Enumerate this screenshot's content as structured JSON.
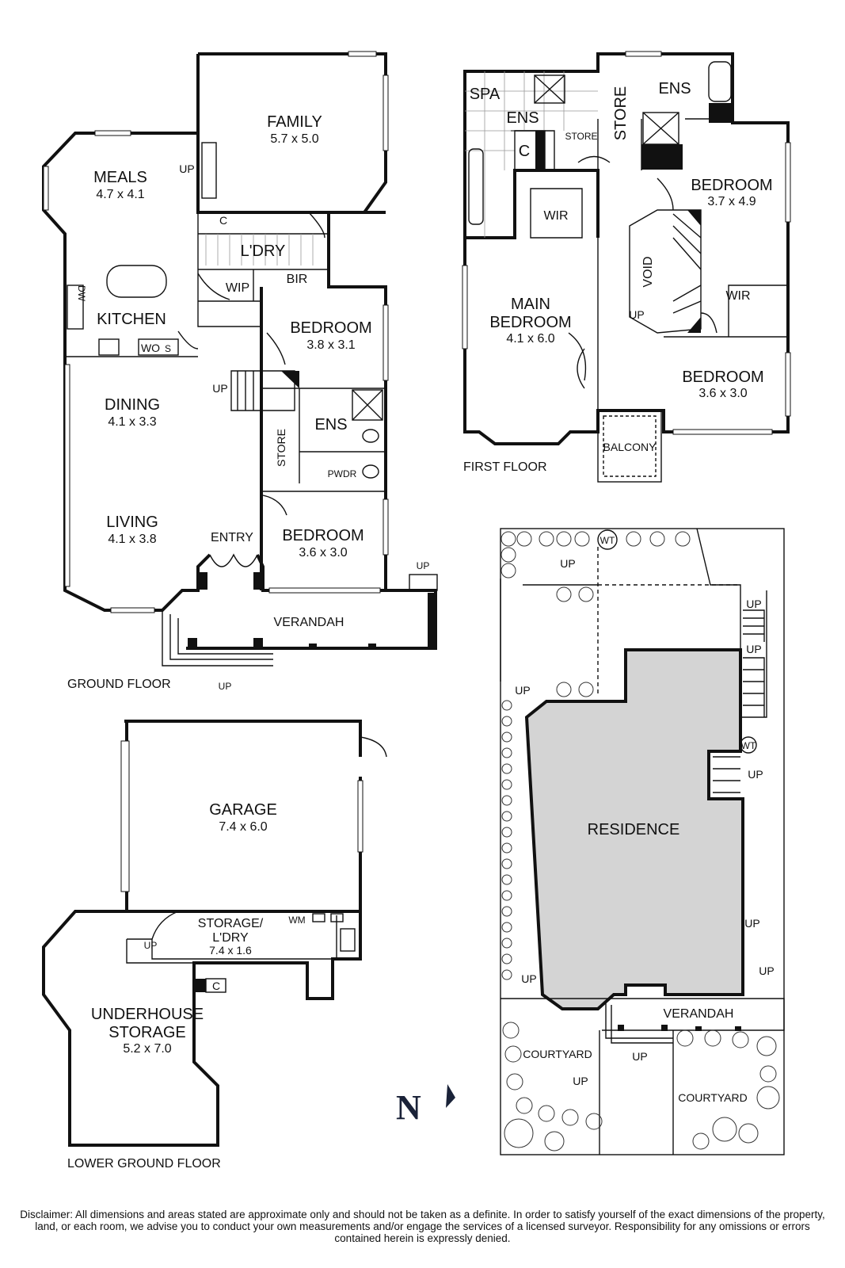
{
  "ground_floor": {
    "label": "GROUND FLOOR",
    "rooms": {
      "family": {
        "name": "FAMILY",
        "size": "5.7 x 5.0"
      },
      "meals": {
        "name": "MEALS",
        "size": "4.7 x 4.1"
      },
      "kitchen": {
        "name": "KITCHEN"
      },
      "dining": {
        "name": "DINING",
        "size": "4.1 x 3.3"
      },
      "living": {
        "name": "LIVING",
        "size": "4.1 x 3.8"
      },
      "laundry": {
        "name": "L'DRY"
      },
      "bedroom_a": {
        "name": "BEDROOM",
        "size": "3.8 x 3.1"
      },
      "bedroom_b": {
        "name": "BEDROOM",
        "size": "3.6 x 3.0"
      },
      "ensuite": {
        "name": "ENS"
      },
      "store": {
        "name": "STORE"
      },
      "powder": {
        "name": "PWDR"
      },
      "wip": {
        "name": "WIP"
      },
      "bir": {
        "name": "BIR"
      },
      "entry": {
        "name": "ENTRY"
      },
      "verandah": {
        "name": "VERANDAH"
      },
      "cupboard": {
        "name": "C"
      },
      "dishwasher": {
        "name": "DW"
      },
      "wall_oven": {
        "name": "WO"
      },
      "wall_oven_s": {
        "name": "S"
      }
    },
    "up_labels": [
      "UP",
      "UP",
      "UP",
      "UP"
    ]
  },
  "first_floor": {
    "label": "FIRST FLOOR",
    "rooms": {
      "spa": {
        "name": "SPA"
      },
      "ensuite_a": {
        "name": "ENS"
      },
      "ensuite_b": {
        "name": "ENS"
      },
      "store": {
        "name": "STORE"
      },
      "store_small": {
        "name": "STORE"
      },
      "cupboard": {
        "name": "C"
      },
      "wir_a": {
        "name": "WIR"
      },
      "wir_b": {
        "name": "WIR"
      },
      "main_bedroom_l1": "MAIN",
      "main_bedroom_l2": "BEDROOM",
      "main_bedroom_size": "4.1 x 6.0",
      "bedroom_a": {
        "name": "BEDROOM",
        "size": "3.7 x 4.9"
      },
      "bedroom_b": {
        "name": "BEDROOM",
        "size": "3.6 x 3.0"
      },
      "void": {
        "name": "VOID"
      },
      "balcony": {
        "name": "BALCONY"
      }
    },
    "up_label": "UP"
  },
  "lower_ground_floor": {
    "label": "LOWER GROUND FLOOR",
    "rooms": {
      "garage": {
        "name": "GARAGE",
        "size": "7.4 x 6.0"
      },
      "storage_l1": "STORAGE/",
      "storage_l2": "L'DRY",
      "storage_size": "7.4 x 1.6",
      "washing_machine": {
        "name": "WM"
      },
      "underhouse_l1": "UNDERHOUSE",
      "underhouse_l2": "STORAGE",
      "underhouse_size": "5.2 x 7.0",
      "cupboard": {
        "name": "C"
      }
    },
    "up_label": "UP"
  },
  "site_plan": {
    "residence": "RESIDENCE",
    "verandah": "VERANDAH",
    "courtyard_a": "COURTYARD",
    "courtyard_b": "COURTYARD",
    "water_tank_a": "WT",
    "water_tank_b": "WT",
    "up_labels": [
      "UP",
      "UP",
      "UP",
      "UP",
      "UP",
      "UP",
      "UP",
      "UP",
      "UP",
      "UP"
    ]
  },
  "north_symbol": "N",
  "disclaimer": "Disclaimer: All dimensions and areas stated are approximate only and should not be taken as a definite. In order to satisfy yourself of the exact dimensions of the property, land, or each room, we advise you to conduct your own measurements and/or engage the services of a licensed surveyor. Responsibility for any omissions or errors contained herein is expressly denied.",
  "colors": {
    "walls": "#111111",
    "residence_fill": "#d4d4d4",
    "north_mark": "#1a2238"
  }
}
